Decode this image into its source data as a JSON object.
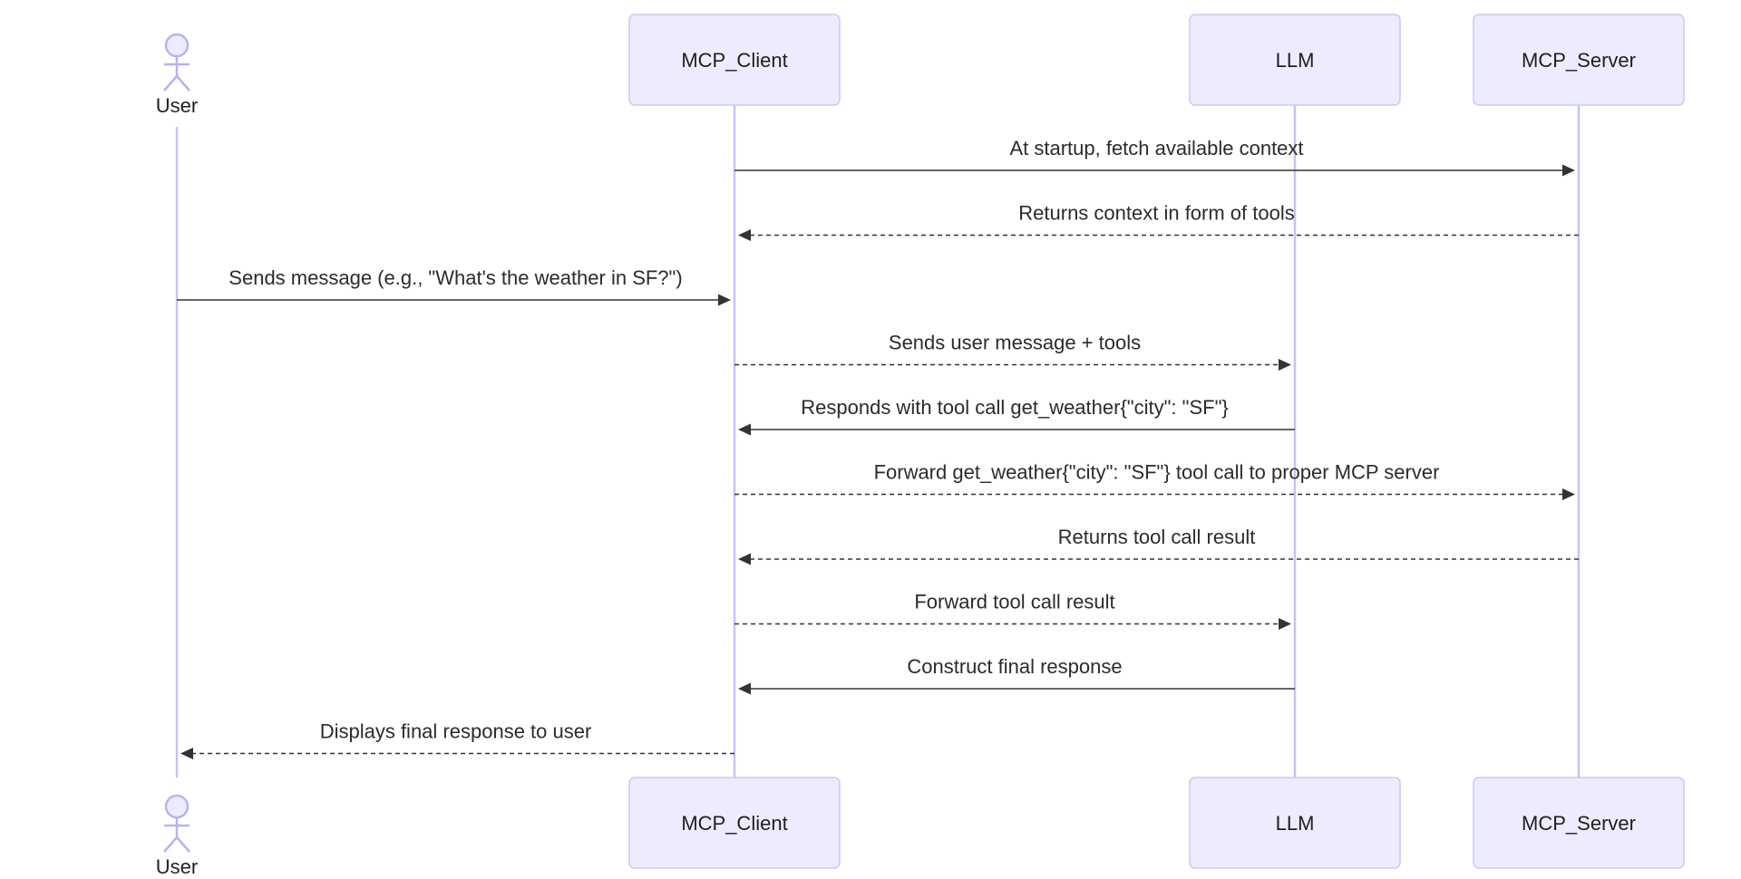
{
  "participants": [
    {
      "id": "user",
      "label": "User",
      "kind": "actor"
    },
    {
      "id": "client",
      "label": "MCP_Client",
      "kind": "box"
    },
    {
      "id": "llm",
      "label": "LLM",
      "kind": "box"
    },
    {
      "id": "server",
      "label": "MCP_Server",
      "kind": "box"
    }
  ],
  "messages": [
    {
      "from": "client",
      "to": "server",
      "label": "At startup, fetch available context",
      "style": "solid"
    },
    {
      "from": "server",
      "to": "client",
      "label": "Returns context in form of tools",
      "style": "dashed"
    },
    {
      "from": "user",
      "to": "client",
      "label": "Sends message (e.g., \"What's the weather in SF?\")",
      "style": "solid"
    },
    {
      "from": "client",
      "to": "llm",
      "label": "Sends user message + tools",
      "style": "dashed"
    },
    {
      "from": "llm",
      "to": "client",
      "label": "Responds with tool call get_weather{\"city\": \"SF\"}",
      "style": "solid"
    },
    {
      "from": "client",
      "to": "server",
      "label": "Forward get_weather{\"city\": \"SF\"} tool call to proper MCP server",
      "style": "dashed"
    },
    {
      "from": "server",
      "to": "client",
      "label": "Returns tool call result",
      "style": "dashed"
    },
    {
      "from": "client",
      "to": "llm",
      "label": "Forward tool call result",
      "style": "dashed"
    },
    {
      "from": "llm",
      "to": "client",
      "label": "Construct final response",
      "style": "solid"
    },
    {
      "from": "client",
      "to": "user",
      "label": "Displays final response to user",
      "style": "dashed"
    }
  ],
  "colors": {
    "participant_fill": "#ececfe",
    "participant_stroke": "#c9c8f3",
    "lifeline": "#c2c4f6",
    "arrow": "#333333",
    "text": "#2b2b2b"
  }
}
